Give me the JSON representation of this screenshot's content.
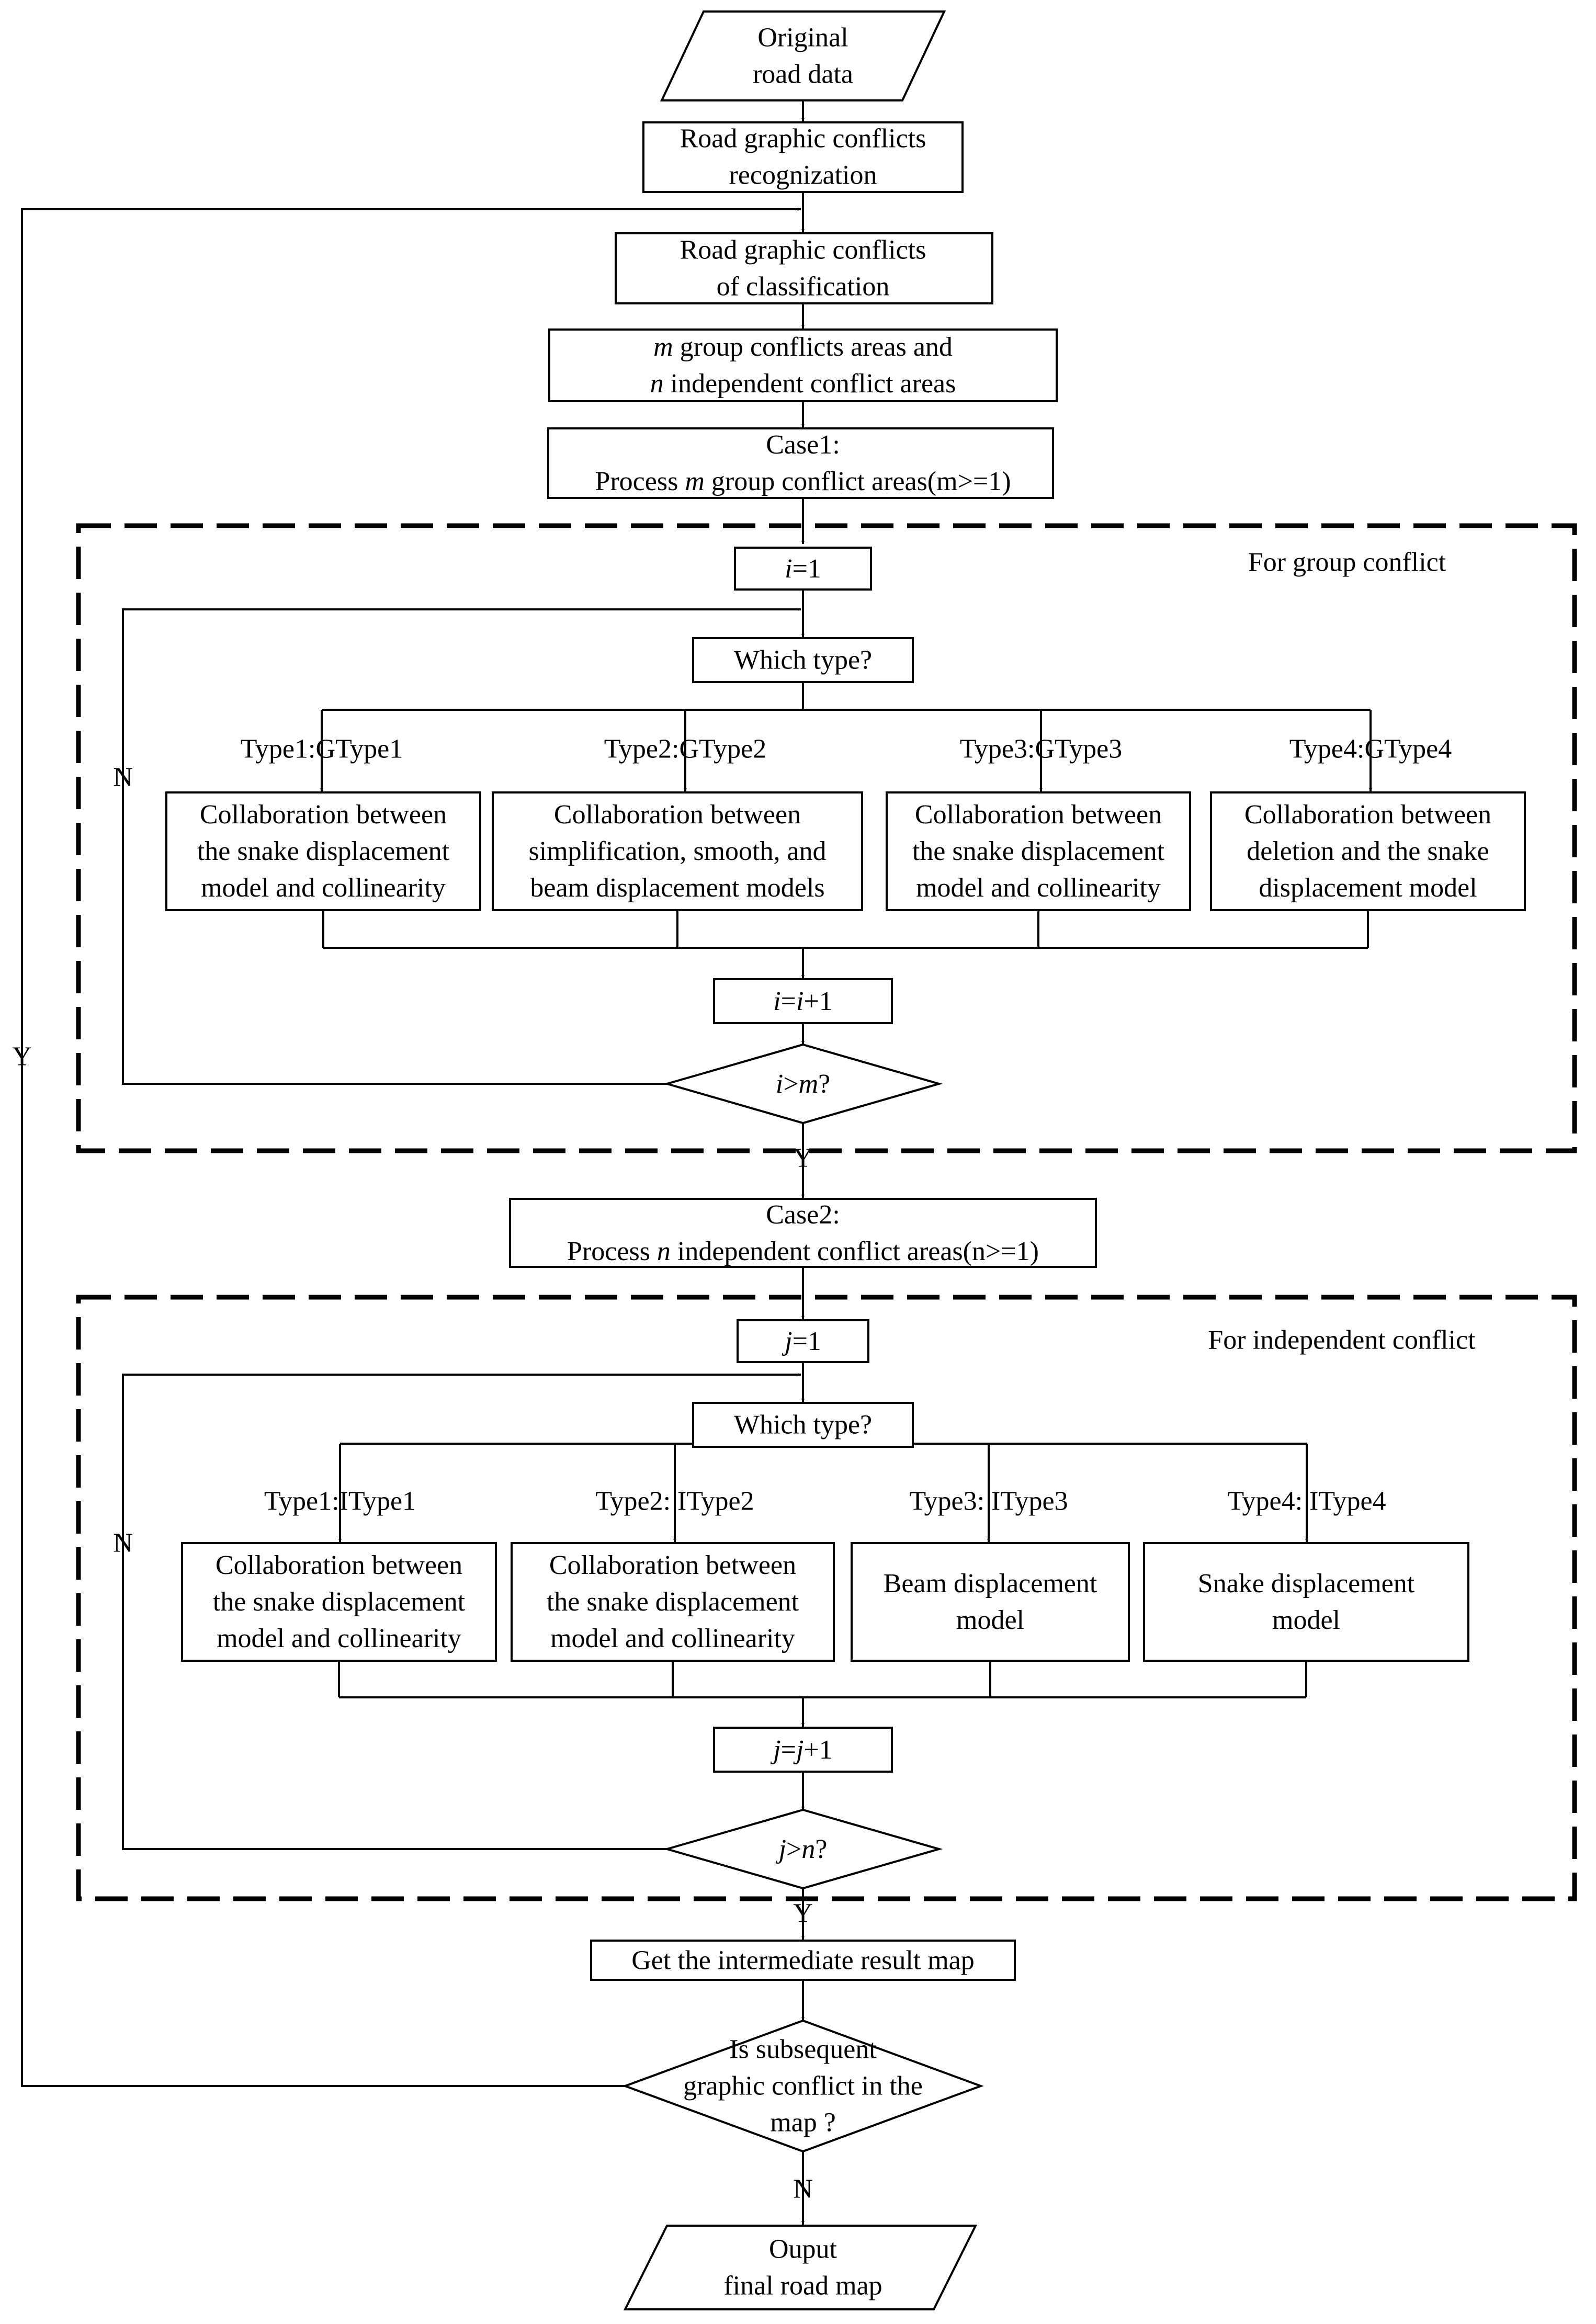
{
  "start": [
    "Original",
    "road data"
  ],
  "recognition": [
    "Road  graphic conflicts",
    "recognization"
  ],
  "classification": [
    "Road graphic conflicts",
    "of classification"
  ],
  "areas": [
    [
      {
        "t": "m",
        "i": true
      },
      {
        "t": " group conflicts areas  and"
      }
    ],
    [
      {
        "t": "n",
        "i": true
      },
      {
        "t": " independent conflict areas"
      }
    ]
  ],
  "case1": [
    [
      {
        "t": "Case1:"
      }
    ],
    [
      {
        "t": "Process "
      },
      {
        "t": "m",
        "i": true
      },
      {
        "t": " group conflict areas(m>=1)"
      }
    ]
  ],
  "group": {
    "label": "For group conflict",
    "init": [
      {
        "t": "i",
        "i": true
      },
      {
        "t": "=1"
      }
    ],
    "which": "Which type?",
    "types": [
      {
        "label": "Type1:GType1",
        "box": [
          "Collaboration between",
          "the snake displacement",
          "model and collinearity"
        ]
      },
      {
        "label": "Type2:GType2",
        "box": [
          "Collaboration between",
          "simplification, smooth, and",
          "beam displacement models"
        ]
      },
      {
        "label": "Type3:GType3",
        "box": [
          "Collaboration between",
          "the snake displacement",
          "model and collinearity"
        ]
      },
      {
        "label": "Type4:GType4",
        "box": [
          "Collaboration between",
          "deletion and the snake",
          "displacement model"
        ]
      }
    ],
    "increment": [
      {
        "t": "i",
        "i": true
      },
      {
        "t": "="
      },
      {
        "t": "i",
        "i": true
      },
      {
        "t": "+1"
      }
    ],
    "decision": [
      {
        "t": "i",
        "i": true
      },
      {
        "t": ">"
      },
      {
        "t": "m",
        "i": true
      },
      {
        "t": "?"
      }
    ],
    "no": "N",
    "yes": "Y"
  },
  "case2": [
    [
      {
        "t": "Case2:"
      }
    ],
    [
      {
        "t": "Process "
      },
      {
        "t": "n",
        "i": true
      },
      {
        "t": " independent conflict areas(n>=1)"
      }
    ]
  ],
  "independent": {
    "label": "For independent conflict",
    "init": [
      {
        "t": "j",
        "i": true
      },
      {
        "t": "=1"
      }
    ],
    "which": "Which type?",
    "types": [
      {
        "label": "Type1:IType1",
        "box": [
          "Collaboration between",
          "the snake displacement",
          "model and collinearity"
        ]
      },
      {
        "label": "Type2: IType2",
        "box": [
          "Collaboration between",
          "the snake displacement",
          "model and collinearity"
        ]
      },
      {
        "label": "Type3: IType3",
        "box": [
          "Beam displacement",
          "model"
        ]
      },
      {
        "label": "Type4: IType4",
        "box": [
          "Snake displacement",
          "model"
        ]
      }
    ],
    "increment": [
      {
        "t": "j",
        "i": true
      },
      {
        "t": "="
      },
      {
        "t": "j",
        "i": true
      },
      {
        "t": "+1"
      }
    ],
    "decision": [
      {
        "t": "j",
        "i": true
      },
      {
        "t": ">"
      },
      {
        "t": "n",
        "i": true
      },
      {
        "t": "?"
      }
    ],
    "no": "N",
    "yes": "Y"
  },
  "intermediate": "Get the intermediate result map",
  "subsequent": [
    "Is subsequent",
    "graphic conflict in the",
    "map ?"
  ],
  "loop_yes": "Y",
  "final_no": "N",
  "end": [
    "Ouput",
    "final road map"
  ]
}
